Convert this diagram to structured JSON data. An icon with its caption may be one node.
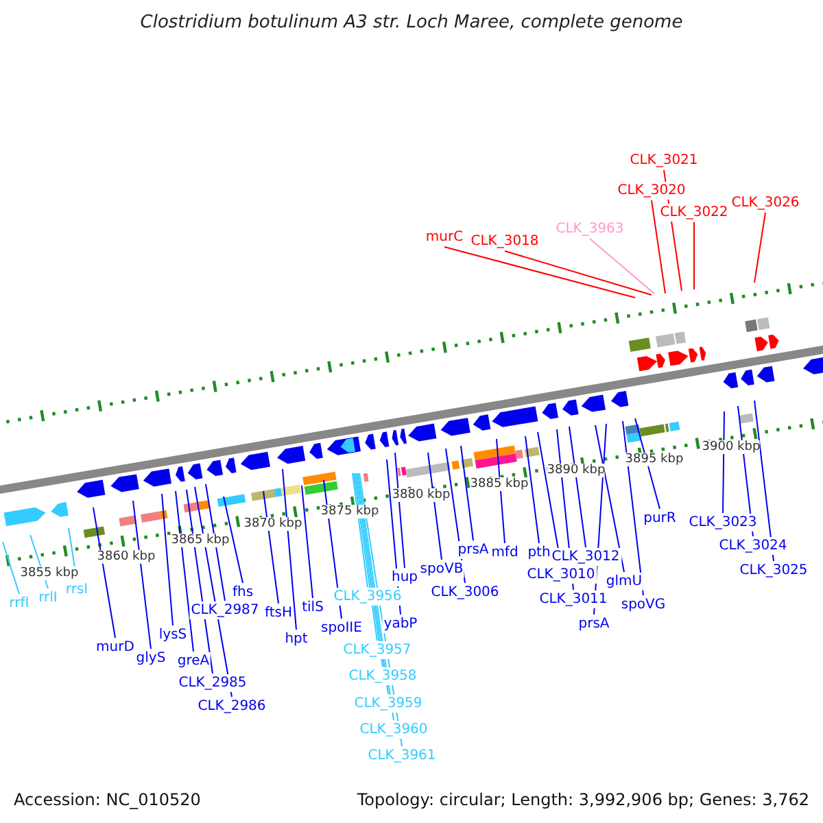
{
  "diagram": {
    "title": "Clostridium botulinum A3 str. Loch Maree, complete genome",
    "nodes": [
      {
        "text": [
          "murC"
        ]
      },
      {
        "text": [
          "CLK_3018"
        ]
      },
      {
        "text": [
          "CLK_3963"
        ]
      },
      {
        "text": [
          "CLK_3020"
        ]
      },
      {
        "text": [
          "CLK_3021"
        ]
      },
      {
        "text": [
          "CLK_3022"
        ]
      },
      {
        "text": [
          "CLK_3026"
        ]
      },
      {
        "text": [
          "rrfI"
        ]
      },
      {
        "text": [
          "rrlI"
        ]
      },
      {
        "text": [
          "rrsI"
        ]
      },
      {
        "text": [
          "murD"
        ]
      },
      {
        "text": [
          "glyS"
        ]
      },
      {
        "text": [
          "lysS"
        ]
      },
      {
        "text": [
          "greA"
        ]
      },
      {
        "text": [
          "CLK_2985"
        ]
      },
      {
        "text": [
          "CLK_2986"
        ]
      },
      {
        "text": [
          "CLK_2987"
        ]
      },
      {
        "text": [
          "fhs"
        ]
      },
      {
        "text": [
          "ftsH"
        ]
      },
      {
        "text": [
          "hpt"
        ]
      },
      {
        "text": [
          "tilS"
        ]
      },
      {
        "text": [
          "spoIIE"
        ]
      },
      {
        "text": [
          "CLK_3956"
        ]
      },
      {
        "text": [
          "CLK_3957"
        ]
      },
      {
        "text": [
          "CLK_3958"
        ]
      },
      {
        "text": [
          "CLK_3959"
        ]
      },
      {
        "text": [
          "CLK_3960"
        ]
      },
      {
        "text": [
          "CLK_3961"
        ]
      },
      {
        "text": [
          "hup"
        ]
      },
      {
        "text": [
          "yabP"
        ]
      },
      {
        "text": [
          "spoVB"
        ]
      },
      {
        "text": [
          "CLK_3006"
        ]
      },
      {
        "text": [
          "prsA"
        ]
      },
      {
        "text": [
          "mfd"
        ]
      },
      {
        "text": [
          "pth"
        ]
      },
      {
        "text": [
          "CLK_3010"
        ]
      },
      {
        "text": [
          "CLK_3011"
        ]
      },
      {
        "text": [
          "CLK_3012"
        ]
      },
      {
        "text": [
          "glmU"
        ]
      },
      {
        "text": [
          "prsA"
        ]
      },
      {
        "text": [
          "spoVG"
        ]
      },
      {
        "text": [
          "purR"
        ]
      },
      {
        "text": [
          "CLK_3023"
        ]
      },
      {
        "text": [
          "CLK_3024"
        ]
      },
      {
        "text": [
          "CLK_3025"
        ]
      }
    ],
    "edges": [
      {
        "from": 0,
        "to": null,
        "arrow": "none",
        "color": "#ff0000"
      },
      {
        "from": 1,
        "to": null,
        "arrow": "none",
        "color": "#ff0000"
      },
      {
        "from": 2,
        "to": null,
        "arrow": "none",
        "color": "#ff99cc"
      },
      {
        "from": 3,
        "to": null,
        "arrow": "none",
        "color": "#ff0000"
      },
      {
        "from": 4,
        "to": null,
        "arrow": "none",
        "color": "#ff0000"
      },
      {
        "from": 5,
        "to": null,
        "arrow": "none",
        "color": "#ff0000"
      },
      {
        "from": 6,
        "to": null,
        "arrow": "none",
        "color": "#ff0000"
      },
      {
        "from": 7,
        "to": null,
        "arrow": "none",
        "color": "#33ccff"
      },
      {
        "from": 8,
        "to": null,
        "arrow": "none",
        "color": "#33ccff"
      },
      {
        "from": 9,
        "to": null,
        "arrow": "none",
        "color": "#33ccff"
      },
      {
        "from": 10,
        "to": null,
        "arrow": "none"
      },
      {
        "from": 11,
        "to": null,
        "arrow": "none"
      },
      {
        "from": 12,
        "to": null,
        "arrow": "none"
      },
      {
        "from": 13,
        "to": null,
        "arrow": "none"
      },
      {
        "from": 14,
        "to": null,
        "arrow": "none"
      },
      {
        "from": 15,
        "to": null,
        "arrow": "none"
      },
      {
        "from": 16,
        "to": null,
        "arrow": "none"
      },
      {
        "from": 17,
        "to": null,
        "arrow": "none"
      },
      {
        "from": 18,
        "to": null,
        "arrow": "none"
      },
      {
        "from": 19,
        "to": null,
        "arrow": "none"
      },
      {
        "from": 20,
        "to": null,
        "arrow": "none"
      },
      {
        "from": 21,
        "to": null,
        "arrow": "none"
      },
      {
        "from": 22,
        "to": null,
        "arrow": "none",
        "color": "#33ccff"
      },
      {
        "from": 23,
        "to": null,
        "arrow": "none",
        "color": "#33ccff"
      },
      {
        "from": 24,
        "to": null,
        "arrow": "none",
        "color": "#33ccff"
      },
      {
        "from": 25,
        "to": null,
        "arrow": "none",
        "color": "#33ccff"
      },
      {
        "from": 26,
        "to": null,
        "arrow": "none",
        "color": "#33ccff"
      },
      {
        "from": 27,
        "to": null,
        "arrow": "none",
        "color": "#33ccff"
      },
      {
        "from": 28,
        "to": null,
        "arrow": "none"
      },
      {
        "from": 29,
        "to": null,
        "arrow": "none"
      },
      {
        "from": 30,
        "to": null,
        "arrow": "none"
      },
      {
        "from": 31,
        "to": null,
        "arrow": "none"
      },
      {
        "from": 32,
        "to": null,
        "arrow": "none"
      },
      {
        "from": 33,
        "to": null,
        "arrow": "none"
      },
      {
        "from": 34,
        "to": null,
        "arrow": "none"
      },
      {
        "from": 35,
        "to": null,
        "arrow": "none"
      },
      {
        "from": 36,
        "to": null,
        "arrow": "none"
      },
      {
        "from": 37,
        "to": null,
        "arrow": "none"
      },
      {
        "from": 38,
        "to": null,
        "arrow": "none"
      },
      {
        "from": 39,
        "to": null,
        "arrow": "none"
      },
      {
        "from": 40,
        "to": null,
        "arrow": "none"
      },
      {
        "from": 41,
        "to": null,
        "arrow": "none"
      },
      {
        "from": 42,
        "to": null,
        "arrow": "none"
      },
      {
        "from": 43,
        "to": null,
        "arrow": "none"
      },
      {
        "from": 44,
        "to": null,
        "arrow": "none"
      }
    ],
    "labels": [
      "3855 kbp",
      "3860 kbp",
      "3865 kbp",
      "3870 kbp",
      "3875 kbp",
      "3880 kbp",
      "3885 kbp",
      "3890 kbp",
      "3895 kbp",
      "3900 kbp",
      "Accession: NC_010520",
      "Topology: circular; Length: 3,992,906 bp; Genes: 3,762"
    ]
  }
}
